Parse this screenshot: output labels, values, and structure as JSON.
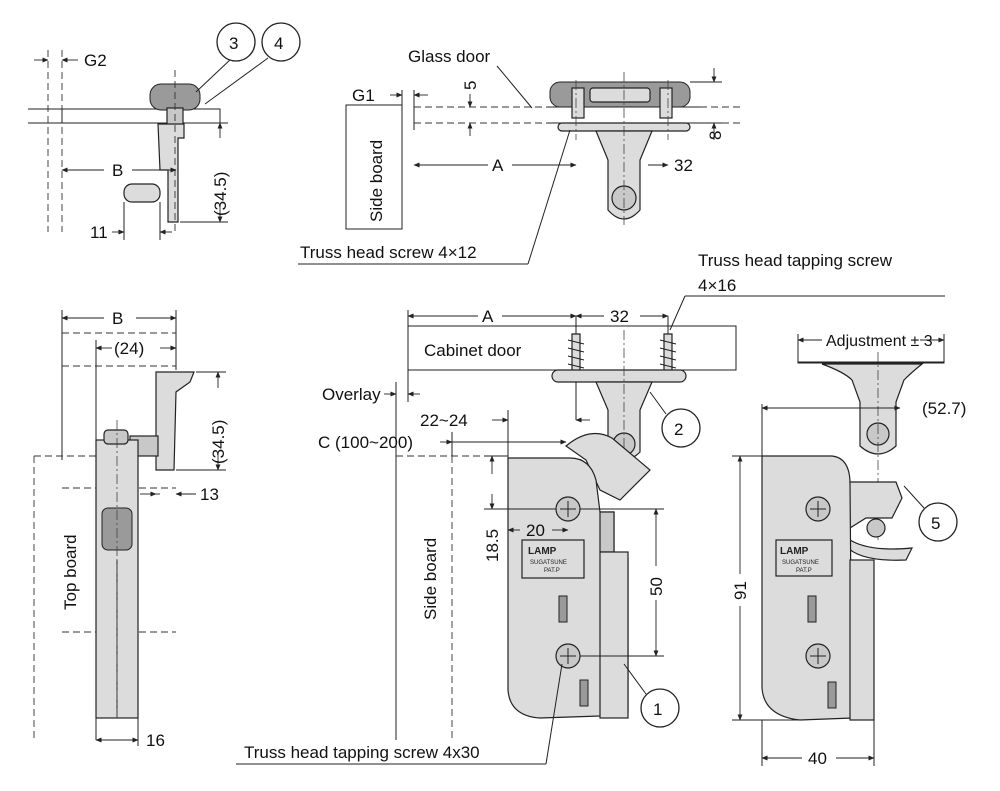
{
  "labels": {
    "g2": "G2",
    "g1": "G1",
    "glass_door": "Glass door",
    "side_board": "Side board",
    "top_board": "Top board",
    "cabinet_door": "Cabinet door",
    "overlay": "Overlay",
    "range_22_24": "22~24",
    "c_range": "C (100~200)",
    "truss_head_screw": "Truss head screw 4×12",
    "truss_head_tapping_screw_line1": "Truss head tapping screw",
    "truss_head_tapping_screw_line2": "4×16",
    "truss_head_tapping_screw_4x30": "Truss head tapping screw 4x30",
    "adjustment": "Adjustment ± 3"
  },
  "dimensions": {
    "b": "B",
    "a": "A",
    "d_34_5": "(34.5)",
    "d_11": "11",
    "d_5": "5",
    "d_8": "8",
    "d_32": "32",
    "d_24": "(24)",
    "d_13": "13",
    "d_16": "16",
    "d_18_5": "18.5",
    "d_20": "20",
    "d_50": "50",
    "d_91": "91",
    "d_40": "40",
    "d_52_7": "(52.7)"
  },
  "callouts": [
    "1",
    "2",
    "3",
    "4",
    "5"
  ],
  "logo": {
    "brand": "LAMP",
    "maker": "SUGATSUNE",
    "patent": "PAT.P"
  }
}
